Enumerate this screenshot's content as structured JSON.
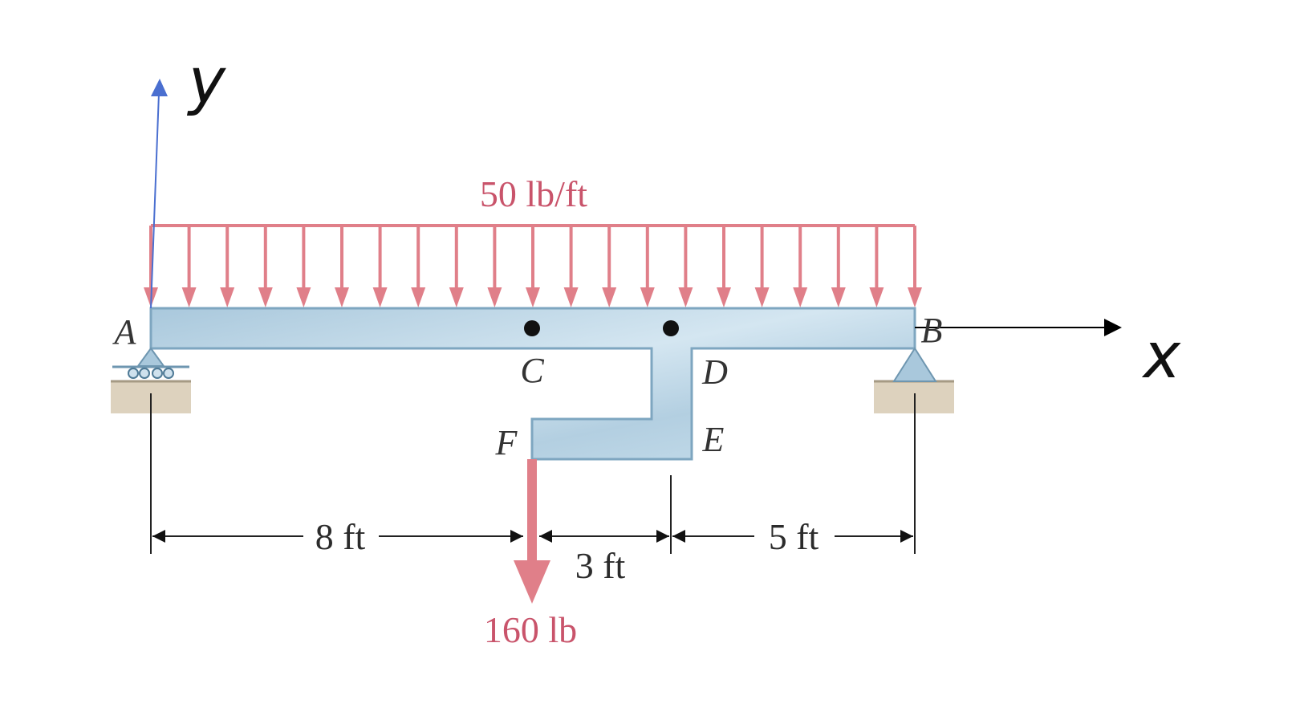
{
  "diagram": {
    "distributed_load": {
      "label": "50 lb/ft"
    },
    "point_load": {
      "label": "160 lb"
    },
    "points": [
      "A",
      "B",
      "C",
      "D",
      "E",
      "F"
    ],
    "dimensions": [
      "8 ft",
      "3 ft",
      "5 ft"
    ],
    "axes": {
      "x_label": "x",
      "y_label": "y"
    },
    "colors": {
      "beam": "#bcd6e6",
      "beam_edge": "#7ea6c0",
      "load": "#e07f89",
      "load_text": "#c9546b",
      "ground": "#ddd2be",
      "support": "#a9c8dc",
      "y_axis": "#4a6fd0",
      "x_axis": "#000000"
    }
  }
}
